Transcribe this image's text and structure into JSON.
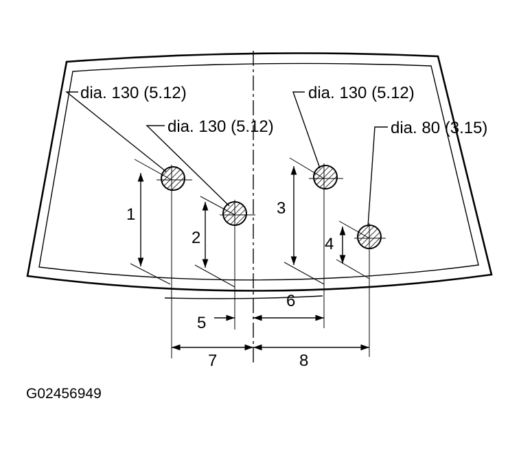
{
  "callouts": {
    "c1": "dia. 130 (5.12)",
    "c2": "dia. 130 (5.12)",
    "c3": "dia. 130 (5.12)",
    "c4": "dia. 80 (3.15)"
  },
  "dimensions": {
    "d1": "1",
    "d2": "2",
    "d3": "3",
    "d4": "4",
    "d5": "5",
    "d6": "6",
    "d7": "7",
    "d8": "8"
  },
  "figure_code": "G02456949"
}
